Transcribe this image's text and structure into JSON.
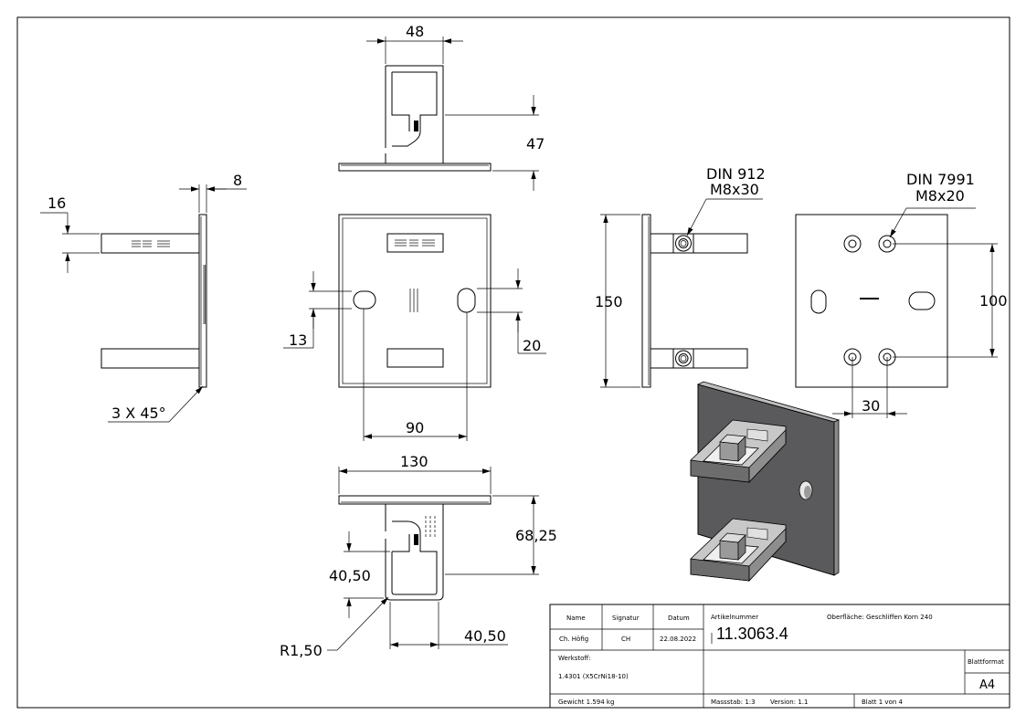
{
  "dimensions": {
    "top_width": "48",
    "top_height": "47",
    "side_16": "16",
    "side_8": "8",
    "chamfer": "3 X 45°",
    "slot_13": "13",
    "slot_20": "20",
    "slot_spacing": "90",
    "height_150": "150",
    "bottom_width": "130",
    "bottom_height": "68,25",
    "tube_height": "40,50",
    "tube_width": "40,50",
    "radius": "R1,50",
    "hole_spacing_100": "100",
    "hole_spacing_30": "30"
  },
  "callouts": {
    "screw_left_line1": "DIN 912",
    "screw_left_line2": "M8x30",
    "screw_right_line1": "DIN 7991",
    "screw_right_line2": "M8x20"
  },
  "title_block": {
    "name_header": "Name",
    "signatur_header": "Signatur",
    "datum_header": "Datum",
    "artikelnummer_label": "Artikelnummer",
    "oberflaeche_label": "Oberfläche:  Geschliffen Korn 240",
    "name_value": "Ch. Höfig",
    "signatur_value": "CH",
    "datum_value": "22.08.2022",
    "article_number": "11.3063.4",
    "werkstoff_label": "Werkstoff:",
    "werkstoff_value": "1.4301 (X5CrNi18-10)",
    "blattformat_label": "Blattformat",
    "blattformat_value": "A4",
    "gewicht": "Gewicht 1.594 kg",
    "massstab": "Massstab: 1:3",
    "version": "Version: 1.1",
    "blatt": "Blatt 1 von 4"
  }
}
